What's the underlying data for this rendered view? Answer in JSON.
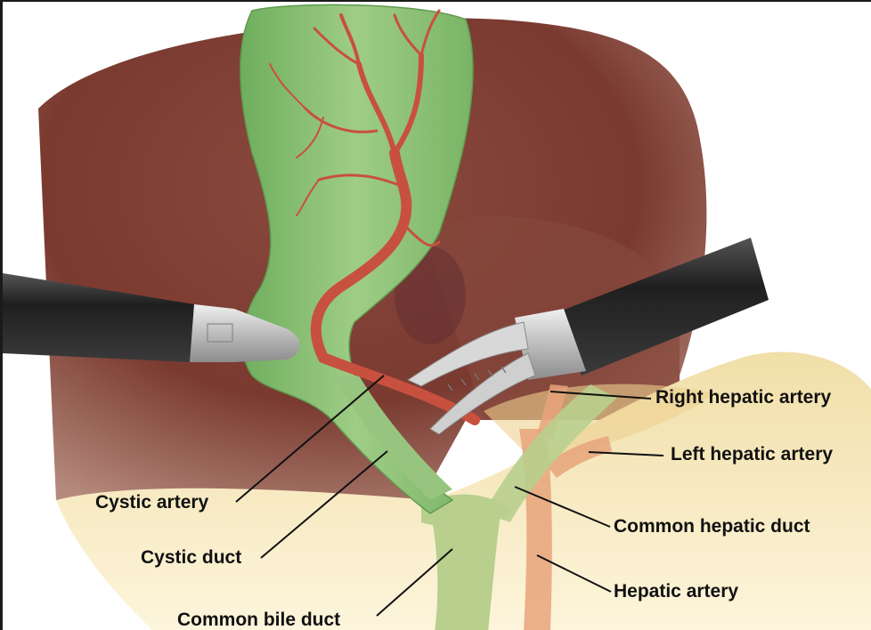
{
  "labels": {
    "right_hepatic_artery": "Right hepatic artery",
    "left_hepatic_artery": "Left hepatic artery",
    "common_hepatic_duct": "Common hepatic duct",
    "hepatic_artery": "Hepatic artery",
    "cystic_artery": "Cystic artery",
    "cystic_duct": "Cystic duct",
    "common_bile_duct": "Common bile duct"
  },
  "colors": {
    "liver": "#7f3e34",
    "liver_highlight": "#b0766a",
    "gallbladder": "#8dbf78",
    "duct": "#a9c585",
    "artery": "#c8503f",
    "fat": "#f0dca0",
    "instrument_dark": "#2a2a2a",
    "instrument_metal": "#c9c9c9"
  }
}
